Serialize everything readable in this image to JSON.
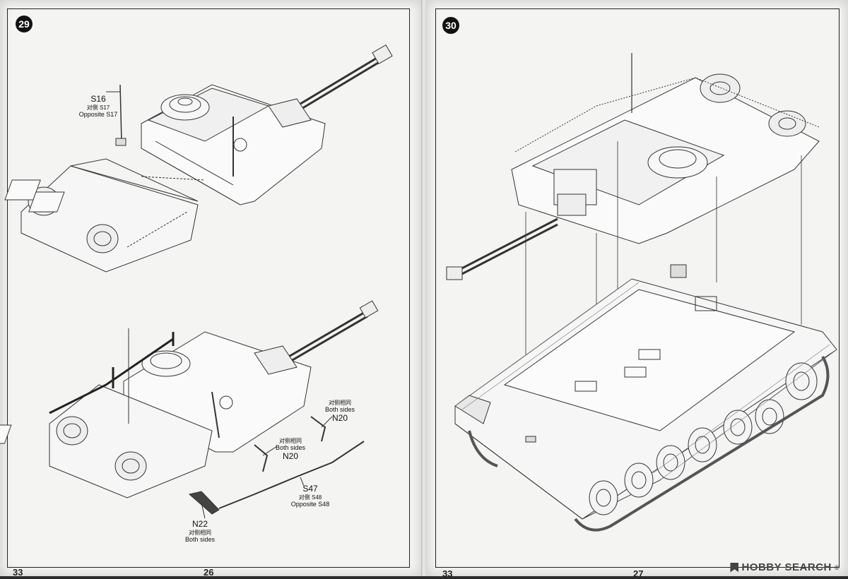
{
  "left_page": {
    "step_a": "29",
    "callouts": [
      {
        "part": "S16",
        "cn": "对侧 S17",
        "en": "Opposite S17"
      },
      {
        "part": "N20",
        "cn": "对侧相同",
        "en": "Both sides"
      },
      {
        "part": "N20",
        "cn": "对侧相同",
        "en": "Both sides"
      },
      {
        "part": "S47",
        "cn": "对侧 S48",
        "en": "Opposite S48"
      },
      {
        "part": "N22",
        "cn": "对侧相同",
        "en": "Both sides"
      }
    ],
    "corner_number": "33",
    "page_number": "26"
  },
  "right_page": {
    "step": "30",
    "corner_number": "33",
    "page_number": "27"
  },
  "watermark": {
    "text": "HOBBY SEARCH",
    "reg": "®"
  },
  "colors": {
    "paper": "#f4f4f2",
    "ink": "#222222",
    "background": "#2b2b2b"
  }
}
